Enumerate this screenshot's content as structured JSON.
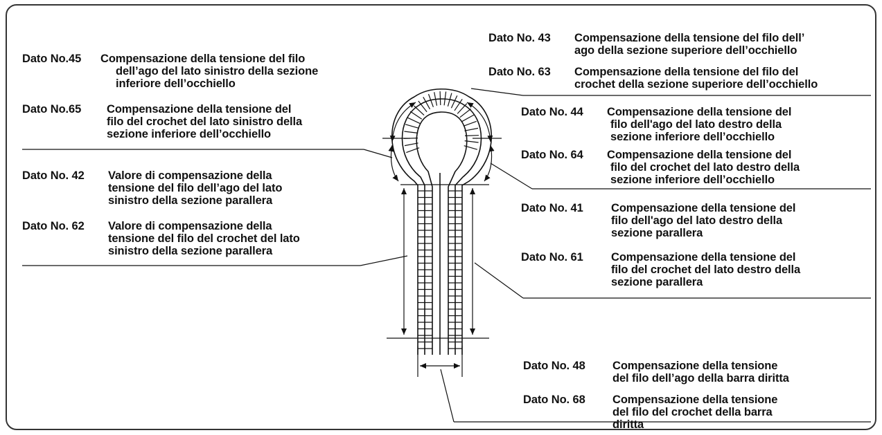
{
  "labels": {
    "d45": {
      "num": "Dato No.45",
      "lines": [
        "Compensazione della tensione del filo",
        "dell’ago del lato sinistro della sezione",
        "inferiore dell’occhiello"
      ]
    },
    "d65": {
      "num": "Dato No.65",
      "lines": [
        "Compensazione della tensione del",
        "filo del crochet del lato sinistro della",
        "sezione inferiore dell’occhiello"
      ]
    },
    "d42": {
      "num": "Dato No. 42",
      "lines": [
        "Valore di compensazione della",
        "tensione del filo dell’ago del lato",
        "sinistro della sezione parallera"
      ]
    },
    "d62": {
      "num": "Dato No. 62",
      "lines": [
        "Valore di compensazione della",
        "tensione del filo del crochet del lato",
        "sinistro della sezione parallera"
      ]
    },
    "d43": {
      "num": "Dato No. 43",
      "lines": [
        "Compensazione della tensione del filo dell’",
        "ago della sezione superiore dell’occhiello"
      ]
    },
    "d63": {
      "num": "Dato No. 63",
      "lines": [
        "Compensazione della tensione del filo del",
        "crochet della sezione superiore dell’occhiello"
      ]
    },
    "d44": {
      "num": "Dato No. 44",
      "lines": [
        "Compensazione della tensione del",
        "filo dell'ago del lato destro della",
        "sezione inferiore dell’occhiello"
      ]
    },
    "d64": {
      "num": "Dato No. 64",
      "lines": [
        "Compensazione della tensione del",
        "filo del crochet del lato destro della",
        "sezione inferiore dell’occhiello"
      ]
    },
    "d41": {
      "num": "Dato No. 41",
      "lines": [
        "Compensazione della tensione del",
        "filo dell'ago del lato destro della",
        "sezione parallera"
      ]
    },
    "d61": {
      "num": "Dato No. 61",
      "lines": [
        "Compensazione della tensione del",
        "filo del crochet del lato destro della",
        "sezione parallera"
      ]
    },
    "d48": {
      "num": "Dato No. 48",
      "lines": [
        "Compensazione della tensione",
        "del filo dell’ago della barra diritta"
      ]
    },
    "d68": {
      "num": "Dato No. 68",
      "lines": [
        "Compensazione della tensione",
        "del filo del crochet della barra",
        "diritta"
      ]
    }
  }
}
